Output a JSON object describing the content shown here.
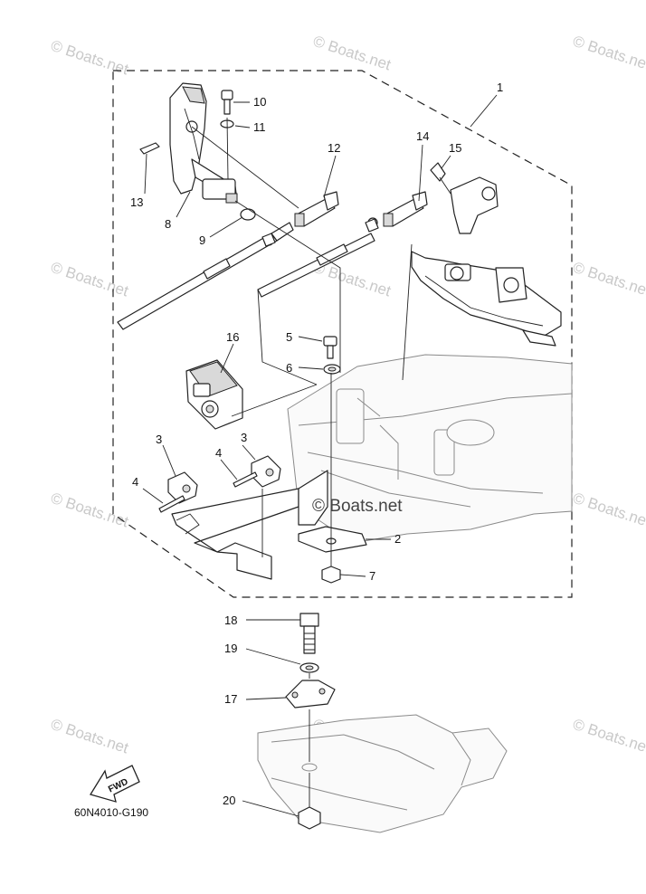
{
  "diagram": {
    "watermark_text": "© Boats.net",
    "center_watermark_text": "© Boats.net",
    "drawing_code": "60N4010-G190",
    "fwd_label": "FWD",
    "callouts": {
      "c1": "1",
      "c2": "2",
      "c3a": "3",
      "c3b": "3",
      "c4a": "4",
      "c4b": "4",
      "c5": "5",
      "c6": "6",
      "c7": "7",
      "c8": "8",
      "c9": "9",
      "c10": "10",
      "c11": "11",
      "c12": "12",
      "c13": "13",
      "c14": "14",
      "c15": "15",
      "c16": "16",
      "c17": "17",
      "c18": "18",
      "c19": "19",
      "c20": "20"
    }
  }
}
